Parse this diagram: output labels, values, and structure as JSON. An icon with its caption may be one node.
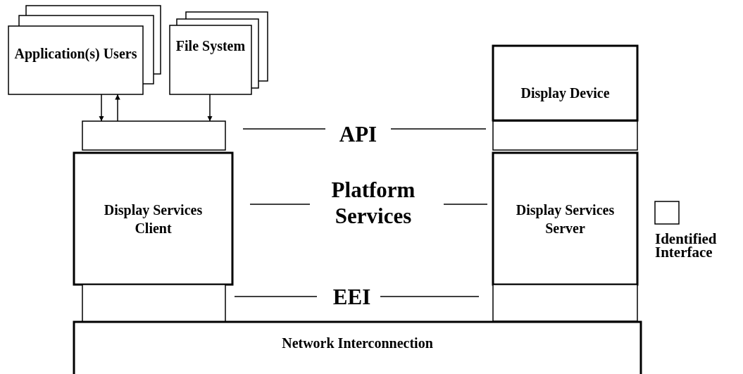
{
  "diagram": {
    "nodes": [
      {
        "text": [
          "Application(s) Users"
        ]
      },
      {
        "text": [
          "File System"
        ]
      },
      {
        "text": [
          "Display Device"
        ]
      },
      {
        "text": [],
        "shape": "box"
      },
      {
        "text": [],
        "shape": "box"
      },
      {
        "text": [
          "Display Services Client"
        ]
      },
      {
        "text": [
          "Display Services Server"
        ]
      },
      {
        "text": [],
        "shape": "box"
      },
      {
        "text": [],
        "shape": "box"
      },
      {
        "text": [
          "Network Interconnection"
        ]
      }
    ],
    "edges": [
      {
        "from": 0,
        "to": 3,
        "arrow": "to"
      },
      {
        "from": 3,
        "to": 0,
        "arrow": "to"
      },
      {
        "from": 1,
        "to": 3,
        "arrow": "to"
      }
    ],
    "labels": [
      "API",
      "Platform Services",
      "EEI"
    ],
    "legend": [
      {
        "text": "Identified Interface"
      }
    ]
  }
}
